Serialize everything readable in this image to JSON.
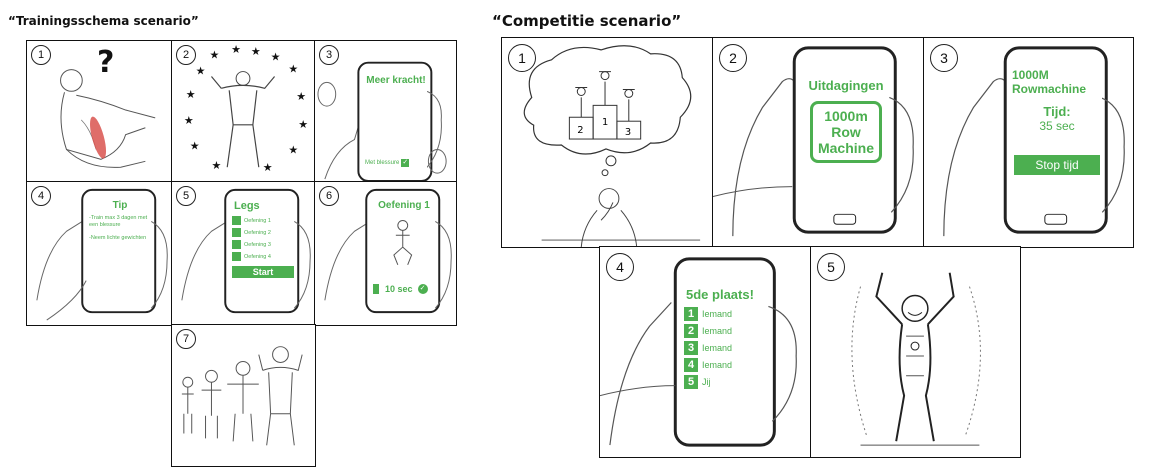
{
  "left_title": "“Trainingsschema scenario”",
  "right_title": "“Competitie scenario”",
  "training": {
    "p1": {
      "num": "1",
      "mark": "?"
    },
    "p2": {
      "num": "2"
    },
    "p3": {
      "num": "3",
      "heading": "Meer kracht!",
      "footer": "Met blessure"
    },
    "p4": {
      "num": "4",
      "heading": "Tip",
      "line1": "-Train max 3 dagen met een blessure",
      "line2": "-Neem lichte gewichten"
    },
    "p5": {
      "num": "5",
      "heading": "Legs",
      "items": [
        "Oefening 1",
        "Oefening 2",
        "Oefening 3",
        "Oefening 4"
      ],
      "button": "Start"
    },
    "p6": {
      "num": "6",
      "heading": "Oefening 1",
      "timer": "10 sec"
    },
    "p7": {
      "num": "7"
    }
  },
  "competition": {
    "p1": {
      "num": "1"
    },
    "p2": {
      "num": "2",
      "heading": "Uitdagingen",
      "box": [
        "1000m",
        "Row",
        "Machine"
      ]
    },
    "p3": {
      "num": "3",
      "heading1": "1000M",
      "heading2": "Rowmachine",
      "label": "Tijd:",
      "time": "35 sec",
      "button": "Stop tijd"
    },
    "p4": {
      "num": "4",
      "heading": "5de plaats!",
      "ranks": [
        {
          "rank": "1",
          "name": "Iemand"
        },
        {
          "rank": "2",
          "name": "Iemand"
        },
        {
          "rank": "3",
          "name": "Iemand"
        },
        {
          "rank": "4",
          "name": "Iemand"
        },
        {
          "rank": "5",
          "name": "Jij"
        }
      ]
    },
    "p5": {
      "num": "5"
    }
  },
  "colors": {
    "accent": "#4caf50",
    "border": "#111111"
  }
}
